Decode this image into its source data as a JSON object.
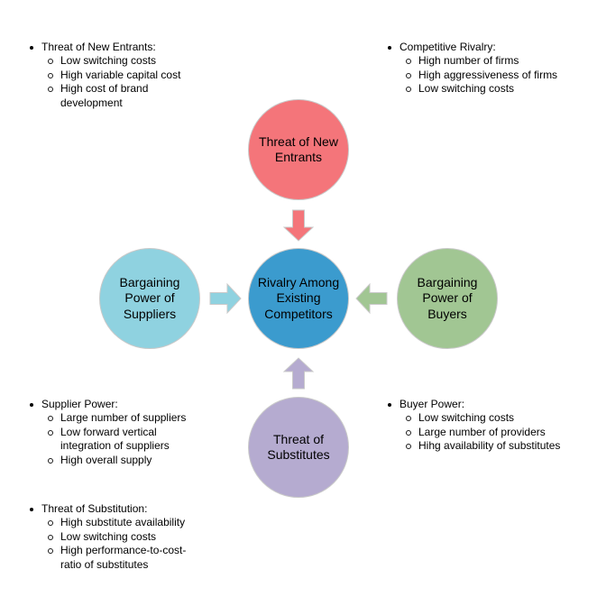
{
  "canvas": {
    "background": "#FFFFFF",
    "border_color": "#C9C9C9",
    "text_color": "#000000"
  },
  "diagram": {
    "circles": {
      "top": {
        "label": "Threat of New Entrants",
        "color": "#F4757A"
      },
      "center": {
        "label": "Rivalry Among Existing Competitors",
        "color": "#3B9BCE"
      },
      "left": {
        "label": "Bargaining Power of Suppliers",
        "color": "#8FD2E0"
      },
      "right": {
        "label": "Bargaining Power of Buyers",
        "color": "#A1C693"
      },
      "bottom": {
        "label": "Threat of Substitutes",
        "color": "#B5ABD0"
      }
    },
    "arrows": {
      "top_to_center": {
        "direction": "down",
        "color": "#F4757A"
      },
      "left_to_center": {
        "direction": "right",
        "color": "#8FD2E0"
      },
      "right_to_center": {
        "direction": "left",
        "color": "#A1C693"
      },
      "bottom_to_center": {
        "direction": "up",
        "color": "#B5ABD0"
      }
    }
  },
  "lists": {
    "new_entrants": {
      "title": "Threat of New Entrants:",
      "items": [
        "Low switching costs",
        "High variable capital cost",
        "High cost of brand development"
      ]
    },
    "competitive_rivalry": {
      "title": "Competitive Rivalry:",
      "items": [
        "High number of firms",
        "High aggressiveness of firms",
        "Low switching costs"
      ]
    },
    "supplier_power": {
      "title": "Supplier Power:",
      "items": [
        "Large number of suppliers",
        "Low forward vertical integration of suppliers",
        "High overall supply"
      ]
    },
    "buyer_power": {
      "title": "Buyer Power:",
      "items": [
        "Low switching costs",
        "Large number of providers",
        "Hihg availability of substitutes"
      ]
    },
    "substitution": {
      "title": "Threat of Substitution:",
      "items": [
        "High substitute availability",
        "Low switching costs",
        "High performance-to-cost-ratio of substitutes"
      ]
    }
  }
}
